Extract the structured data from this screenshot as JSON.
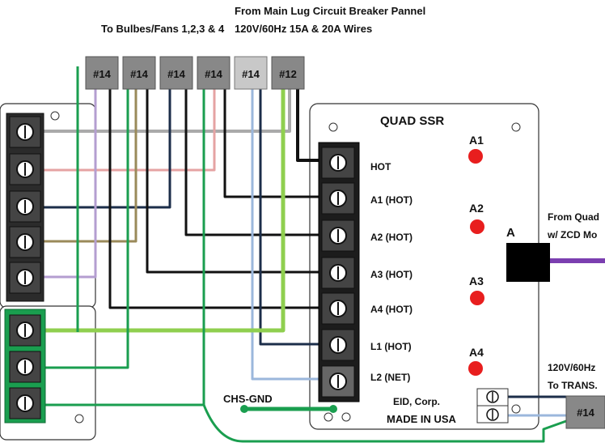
{
  "header": {
    "bulbs_label": "To Bulbes/Fans 1,2,3 & 4",
    "main_lug_label": "From Main Lug Circuit Breaker Pannel",
    "wires_label": "120V/60Hz 15A & 20A Wires"
  },
  "wire_nuts": [
    "#14",
    "#14",
    "#14",
    "#14",
    "#14",
    "#12"
  ],
  "ssr": {
    "title": "QUAD SSR",
    "terminals": [
      "HOT",
      "A1 (HOT)",
      "A2 (HOT)",
      "A3 (HOT)",
      "A4 (HOT)",
      "L1 (HOT)",
      "L2 (NET)"
    ],
    "indicators": [
      "A1",
      "A2",
      "A3",
      "A4"
    ],
    "manufacturer": "EID, Corp.",
    "origin": "MADE IN USA"
  },
  "ground_label": "CHS-GND",
  "module": {
    "letter": "A",
    "line1": "From Quad",
    "line2": "w/ ZCD Mo"
  },
  "trans": {
    "line1": "120V/60Hz",
    "line2": "To TRANS.",
    "nut": "#14"
  },
  "colors": {
    "hot_black": "#111111",
    "neutral_gray": "#aaaaaa",
    "ground_green": "#1a9e4f",
    "light_green": "#8fcf4f",
    "pink": "#e5a3a3",
    "navy": "#1c2e4a",
    "olive": "#9a8a5a",
    "lavender": "#b49ed0",
    "light_blue": "#9bb7dc",
    "purple": "#7b3fb0",
    "led_red": "#e81e1e"
  }
}
